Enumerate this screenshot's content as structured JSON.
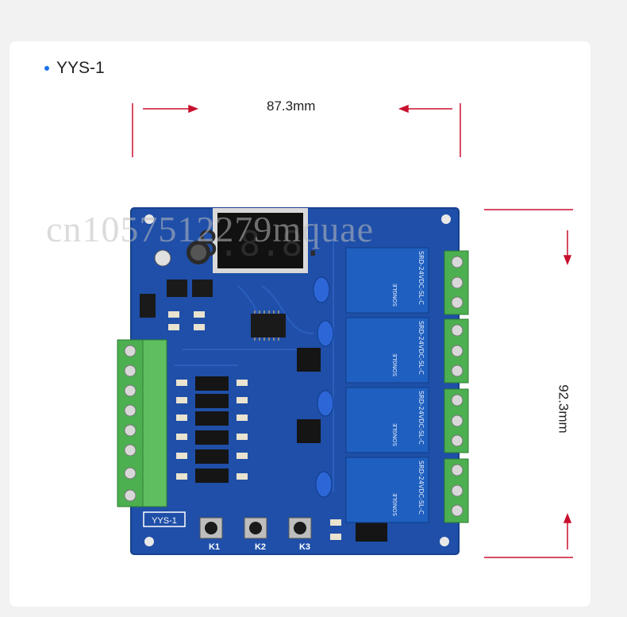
{
  "title": {
    "text": "YYS-1"
  },
  "dimensions": {
    "width_label": "87.3mm",
    "height_label": "92.3mm"
  },
  "board": {
    "silkscreen_label": "YYS-1",
    "display_digits": "8.8.8.",
    "buttons": [
      {
        "label": "K1"
      },
      {
        "label": "K2"
      },
      {
        "label": "K3"
      }
    ],
    "relays": [
      {
        "model": "SRD-24VDC-SL-C",
        "brand": "SONGLE"
      },
      {
        "model": "SRD-24VDC-SL-C",
        "brand": "SONGLE"
      },
      {
        "model": "SRD-24VDC-SL-C",
        "brand": "SONGLE"
      },
      {
        "model": "SRD-24VDC-SL-C",
        "brand": "SONGLE"
      }
    ]
  },
  "watermark": {
    "text": "cn1057512279mquae"
  },
  "colors": {
    "accent_dot": "#1a73e8",
    "dimension_lines": "#c8102e",
    "pcb": "#1f4fa8",
    "terminal": "#4caf50",
    "relay": "#1f5fbf"
  }
}
